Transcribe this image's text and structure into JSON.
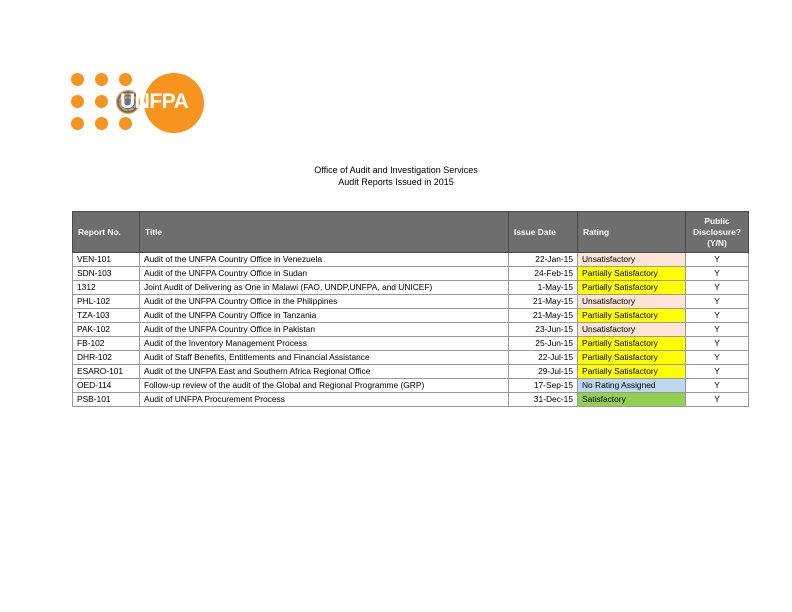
{
  "logo": {
    "text": "UNFPA",
    "brand_color": "#F7941D"
  },
  "heading": {
    "line1": "Office of Audit and Investigation Services",
    "line2": "Audit Reports Issued in 2015"
  },
  "table": {
    "headers": {
      "report_no": "Report No.",
      "title": "Title",
      "issue_date": "Issue Date",
      "rating": "Rating",
      "public_disclosure_1": "Public",
      "public_disclosure_2": "Disclosure?",
      "public_disclosure_3": "(Y/N)"
    },
    "rating_colors": {
      "Unsatisfactory": "#FCE4D6",
      "Partially Satisfactory": "#FFFF00",
      "No Rating Assigned": "#BDD7EE",
      "Satisfactory": "#92D050"
    },
    "rows": [
      {
        "report_no": "VEN-101",
        "title": "Audit of the UNFPA Country Office in Venezuela",
        "issue_date": "22-Jan-15",
        "rating": "Unsatisfactory",
        "public": "Y"
      },
      {
        "report_no": "SDN-103",
        "title": "Audit of the UNFPA Country Office in Sudan",
        "issue_date": "24-Feb-15",
        "rating": "Partially Satisfactory",
        "public": "Y"
      },
      {
        "report_no": "1312",
        "title": "Joint Audit of Delivering as One in Malawi (FAO, UNDP,UNFPA, and UNICEF)",
        "issue_date": "1-May-15",
        "rating": "Partially Satisfactory",
        "public": "Y"
      },
      {
        "report_no": "PHL-102",
        "title": "Audit of the UNFPA Country Office in the Philippines",
        "issue_date": "21-May-15",
        "rating": "Unsatisfactory",
        "public": "Y"
      },
      {
        "report_no": "TZA-103",
        "title": "Audit of the UNFPA Country Office in Tanzania",
        "issue_date": "21-May-15",
        "rating": "Partially Satisfactory",
        "public": "Y"
      },
      {
        "report_no": "PAK-102",
        "title": "Audit of the UNFPA Country Office in Pakistan",
        "issue_date": "23-Jun-15",
        "rating": "Unsatisfactory",
        "public": "Y"
      },
      {
        "report_no": "FB-102",
        "title": "Audit of the Inventory Management Process",
        "issue_date": "25-Jun-15",
        "rating": "Partially Satisfactory",
        "public": "Y"
      },
      {
        "report_no": "DHR-102",
        "title": "Audit of Staff Benefits, Entitlements and Financial Assistance",
        "issue_date": "22-Jul-15",
        "rating": "Partially Satisfactory",
        "public": "Y"
      },
      {
        "report_no": "ESARO-101",
        "title": "Audit of the UNFPA East and Southern Africa Regional Office",
        "issue_date": "29-Jul-15",
        "rating": "Partially Satisfactory",
        "public": "Y"
      },
      {
        "report_no": "OED-114",
        "title": "Follow-up review of the audit of the Global and Regional Programme (GRP)",
        "issue_date": "17-Sep-15",
        "rating": "No Rating Assigned",
        "public": "Y"
      },
      {
        "report_no": "PSB-101",
        "title": "Audit of UNFPA Procurement Process",
        "issue_date": "31-Dec-15",
        "rating": "Satisfactory",
        "public": "Y"
      }
    ]
  }
}
